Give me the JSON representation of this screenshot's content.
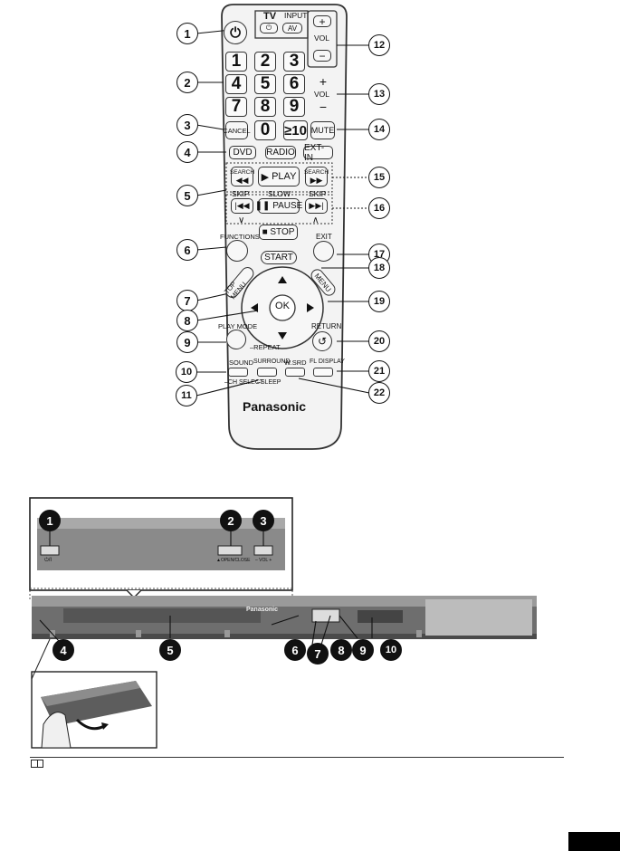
{
  "remote": {
    "brand": "Panasonic",
    "tv_label": "TV",
    "input_label": "INPUT",
    "av_label": "AV",
    "vol_label": "VOL",
    "plus": "+",
    "minus": "−",
    "digits": [
      "1",
      "2",
      "3",
      "4",
      "5",
      "6",
      "7",
      "8",
      "9",
      "0",
      "≥10"
    ],
    "cancel": "CANCEL",
    "mute": "MUTE",
    "source_keys": [
      "DVD",
      "RADIO",
      "EXT-IN"
    ],
    "search": "SEARCH",
    "play": "PLAY",
    "slow": "SLOW",
    "skip": "SKIP",
    "pause": "PAUSE",
    "stop": "STOP",
    "functions": "FUNCTIONS",
    "exit": "EXIT",
    "start": "START",
    "top_menu": "TOP MENU",
    "menu": "MENU",
    "ok": "OK",
    "play_mode": "PLAY MODE",
    "repeat": "–REPEAT",
    "return": "RETURN",
    "sound": "SOUND",
    "ch_select": "–CH SELECT",
    "surround": "SURROUND",
    "sleep": "–SLEEP",
    "wsrd": "W.SRD",
    "fl_display": "FL DISPLAY",
    "callouts": [
      "1",
      "2",
      "3",
      "4",
      "5",
      "6",
      "7",
      "8",
      "9",
      "10",
      "11",
      "12",
      "13",
      "14",
      "15",
      "16",
      "17",
      "18",
      "19",
      "20",
      "21",
      "22"
    ]
  },
  "unit": {
    "brand": "Panasonic",
    "power_mark": "⏻/I",
    "open_close_label": "▲OPEN/CLOSE",
    "vol_label": "– VOL +",
    "callouts": [
      "1",
      "2",
      "3",
      "4",
      "5",
      "6",
      "7",
      "8",
      "9",
      "10"
    ]
  },
  "footer": {
    "note_icon": "book-icon"
  }
}
